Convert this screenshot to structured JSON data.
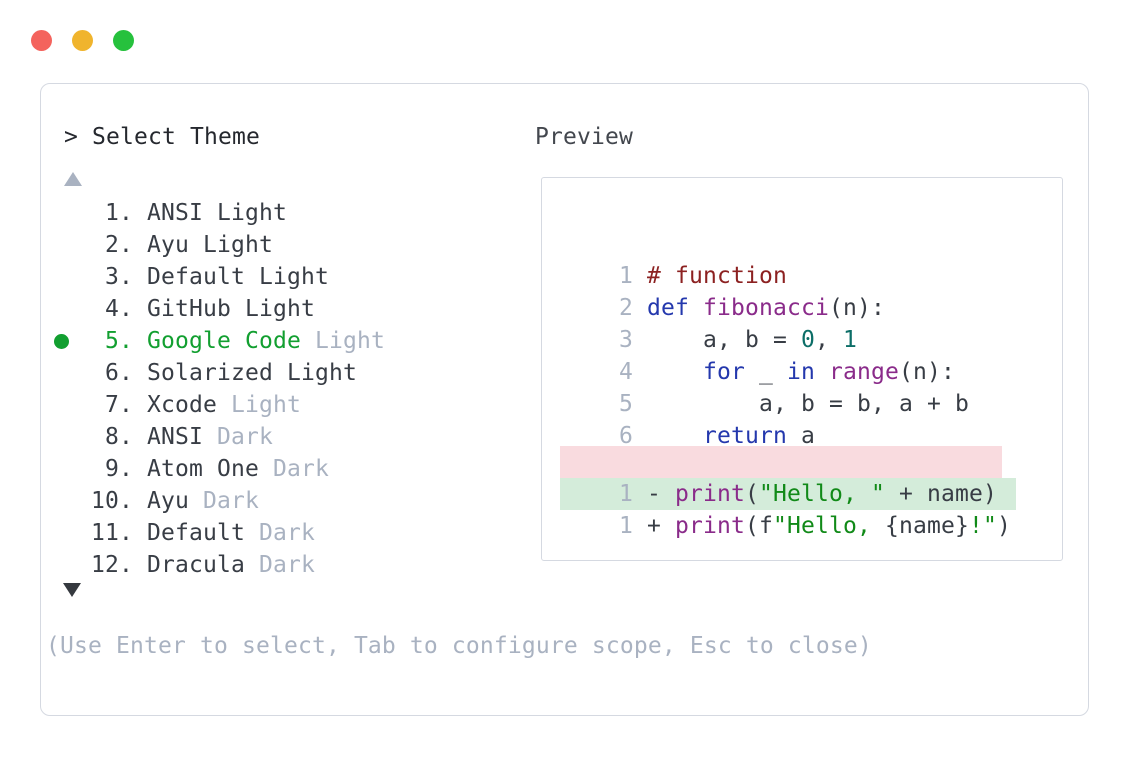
{
  "window": {
    "traffic_lights": [
      {
        "name": "close",
        "color": "#f4635d"
      },
      {
        "name": "minimize",
        "color": "#f0b42d"
      },
      {
        "name": "maximize",
        "color": "#26c13d"
      }
    ]
  },
  "theme_picker": {
    "prompt": "> Select Theme",
    "scroll_up_symbol": "▲",
    "scroll_down_symbol": "▼",
    "items": [
      {
        "num": "1.",
        "name": "ANSI Light",
        "suffix": "",
        "selected": false
      },
      {
        "num": "2.",
        "name": "Ayu Light",
        "suffix": "",
        "selected": false
      },
      {
        "num": "3.",
        "name": "Default Light",
        "suffix": "",
        "selected": false
      },
      {
        "num": "4.",
        "name": "GitHub Light",
        "suffix": "",
        "selected": false
      },
      {
        "num": "5.",
        "name": "Google Code",
        "suffix": "Light",
        "selected": true
      },
      {
        "num": "6.",
        "name": "Solarized Light",
        "suffix": "",
        "selected": false
      },
      {
        "num": "7.",
        "name": "Xcode",
        "suffix": "Light",
        "selected": false
      },
      {
        "num": "8.",
        "name": "ANSI",
        "suffix": "Dark",
        "selected": false
      },
      {
        "num": "9.",
        "name": "Atom One",
        "suffix": "Dark",
        "selected": false
      },
      {
        "num": "10.",
        "name": "Ayu",
        "suffix": "Dark",
        "selected": false
      },
      {
        "num": "11.",
        "name": "Default",
        "suffix": "Dark",
        "selected": false
      },
      {
        "num": "12.",
        "name": "Dracula",
        "suffix": "Dark",
        "selected": false
      }
    ],
    "footer_hint": "(Use Enter to select, Tab to configure scope, Esc to close)"
  },
  "preview": {
    "label": "Preview",
    "code_lines": [
      {
        "ln": "1",
        "tokens": [
          {
            "t": "# function",
            "c": "comment"
          }
        ]
      },
      {
        "ln": "2",
        "tokens": [
          {
            "t": "def",
            "c": "kw"
          },
          {
            "t": " ",
            "c": "plain"
          },
          {
            "t": "fibonacci",
            "c": "fn"
          },
          {
            "t": "(n):",
            "c": "plain"
          }
        ]
      },
      {
        "ln": "3",
        "tokens": [
          {
            "t": "    a, b = ",
            "c": "plain"
          },
          {
            "t": "0",
            "c": "num"
          },
          {
            "t": ", ",
            "c": "plain"
          },
          {
            "t": "1",
            "c": "num"
          }
        ]
      },
      {
        "ln": "4",
        "tokens": [
          {
            "t": "    ",
            "c": "plain"
          },
          {
            "t": "for",
            "c": "kw"
          },
          {
            "t": " _ ",
            "c": "plain"
          },
          {
            "t": "in",
            "c": "kw"
          },
          {
            "t": " ",
            "c": "plain"
          },
          {
            "t": "range",
            "c": "fn"
          },
          {
            "t": "(n):",
            "c": "plain"
          }
        ]
      },
      {
        "ln": "5",
        "tokens": [
          {
            "t": "        a, b = b, a + b",
            "c": "plain"
          }
        ]
      },
      {
        "ln": "6",
        "tokens": [
          {
            "t": "    ",
            "c": "plain"
          },
          {
            "t": "return",
            "c": "kw"
          },
          {
            "t": " a",
            "c": "plain"
          }
        ]
      }
    ],
    "diff_lines": [
      {
        "ln": "1",
        "kind": "removed",
        "tokens": [
          {
            "t": "- ",
            "c": "plain"
          },
          {
            "t": "print",
            "c": "fn"
          },
          {
            "t": "(",
            "c": "plain"
          },
          {
            "t": "\"Hello, \"",
            "c": "str"
          },
          {
            "t": " + name)",
            "c": "plain"
          }
        ]
      },
      {
        "ln": "1",
        "kind": "added",
        "tokens": [
          {
            "t": "+ ",
            "c": "plain"
          },
          {
            "t": "print",
            "c": "fn"
          },
          {
            "t": "(f",
            "c": "plain"
          },
          {
            "t": "\"Hello, ",
            "c": "str"
          },
          {
            "t": "{name}",
            "c": "plain"
          },
          {
            "t": "!\"",
            "c": "str"
          },
          {
            "t": ")",
            "c": "plain"
          }
        ]
      }
    ]
  },
  "colors": {
    "accent_green": "#129f30",
    "muted": "#a9b2c1",
    "dark": "#383d45",
    "border": "#d5d9e1",
    "comment": "#8c2121",
    "kw": "#2438ad",
    "fn": "#8a2b8a",
    "num": "#0c6e67",
    "str": "#118a18",
    "removed_bg": "#f9dbdf",
    "added_bg": "#d4ecda",
    "tl_red": "#f4635d",
    "tl_yellow": "#f0b42d",
    "tl_green": "#26c13d"
  }
}
